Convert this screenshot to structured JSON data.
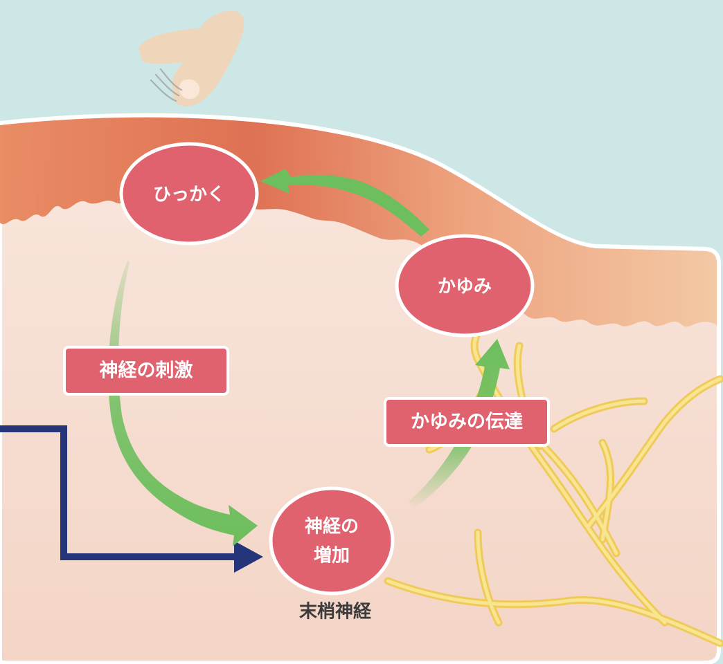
{
  "nodes": {
    "scratch": "ひっかく",
    "itch": "かゆみ",
    "nerve_increase_line1": "神経の",
    "nerve_increase_line2": "増加"
  },
  "labels": {
    "nerve_stimulation": "神経の刺激",
    "itch_transmission": "かゆみの伝達"
  },
  "caption": {
    "peripheral_nerve": "末梢神経"
  },
  "colors": {
    "sky": "#cde7e6",
    "skin_deep": "#f7e6dc",
    "skin_top": "#e1744f",
    "epidermis": "#f3c9a4",
    "node_fill": "#e0626f",
    "node_border": "#ffffff",
    "arrow_green": "#6dbe5d",
    "arrow_navy": "#24357a",
    "nerve": "#f4dc72",
    "caption": "#3c3c3c"
  },
  "icons": {
    "finger": "scratching-finger-icon",
    "nerve": "nerve-fiber-illustration"
  }
}
